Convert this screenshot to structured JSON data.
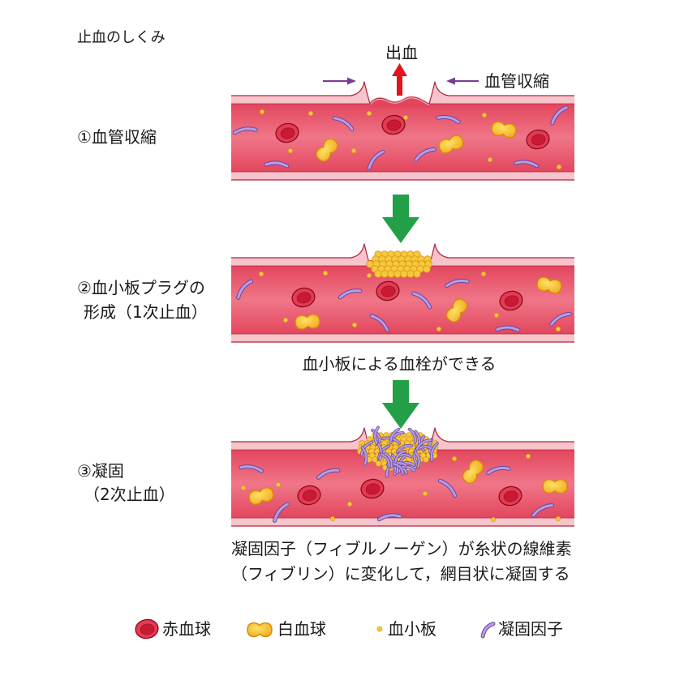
{
  "title": "止血のしくみ",
  "top_labels": {
    "bleeding": "出血",
    "constriction": "血管収縮"
  },
  "steps": [
    {
      "label_lines": [
        "①血管収縮"
      ]
    },
    {
      "label_lines": [
        "②血小板プラグの",
        "形成（1次止血）"
      ],
      "caption_lines": [
        "血小板による血栓ができる"
      ]
    },
    {
      "label_lines": [
        "③凝固",
        "（2次止血）"
      ],
      "caption_lines": [
        "凝固因子（フィブルノーゲン）が糸状の線維素",
        "（フィブリン）に変化して，網目状に凝固する"
      ]
    }
  ],
  "legend": [
    {
      "icon": "red-blood-cell-icon",
      "label": "赤血球"
    },
    {
      "icon": "white-blood-cell-icon",
      "label": "白血球"
    },
    {
      "icon": "platelet-icon",
      "label": "血小板"
    },
    {
      "icon": "clotting-factor-icon",
      "label": "凝固因子"
    }
  ],
  "colors": {
    "lumen_edge": "#e2465d",
    "lumen_center": "#f07688",
    "wall": "#f6c4ca",
    "wall_stroke": "#b0233a",
    "rbc_outer": "#e53a52",
    "rbc_inner": "#c91a34",
    "rbc_stroke": "#860d1f",
    "wbc_light": "#fce262",
    "wbc_dark": "#f2a81e",
    "wbc_stroke": "#d8870f",
    "platelet_fill": "#f7c93a",
    "platelet_stroke": "#d7961a",
    "fibrin_fill": "#b89ce6",
    "fibrin_stroke": "#68489b",
    "arrow_green": "#23a047",
    "arrow_red": "#e3141e",
    "arrow_purple": "#7a3b96"
  }
}
